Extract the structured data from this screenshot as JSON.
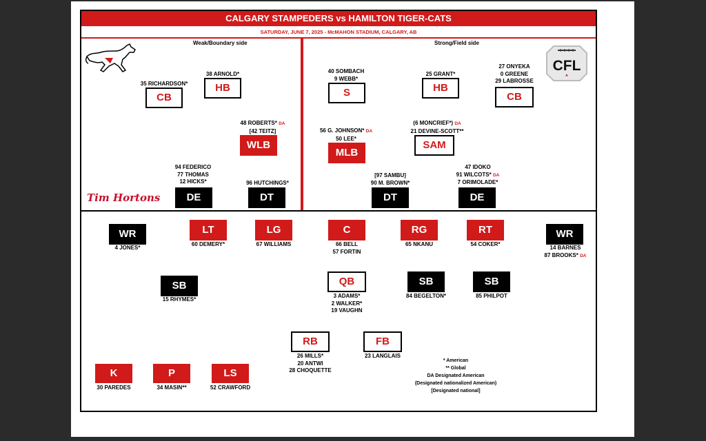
{
  "header": {
    "title": "CALGARY STAMPEDERS vs HAMILTON TIGER-CATS",
    "subtitle": "SATURDAY, JUNE 7, 2025 - McMAHON STADIUM, CALGARY, AB"
  },
  "sides": {
    "weak": "Weak/Boundary side",
    "strong": "Strong/Field side"
  },
  "logos": {
    "sponsor": "Tim Hortons",
    "league": "CFL"
  },
  "defense": {
    "cb_left": {
      "pos": "CB",
      "names": [
        "35 RICHARDSON*"
      ]
    },
    "hb_left": {
      "pos": "HB",
      "names": [
        "38 ARNOLD*"
      ]
    },
    "wlb": {
      "pos": "WLB",
      "names": [
        "48 ROBERTS*",
        "[42 TEITZ]"
      ],
      "da": "DA"
    },
    "de_left": {
      "pos": "DE",
      "names": [
        "94 FEDERICO",
        "77 THOMAS",
        "12 HICKS*"
      ]
    },
    "dt_left": {
      "pos": "DT",
      "names": [
        "96 HUTCHINGS*"
      ]
    },
    "s": {
      "pos": "S",
      "names": [
        "40 SOMBACH",
        "9 WEBB*"
      ]
    },
    "mlb": {
      "pos": "MLB",
      "names": [
        "56 G. JOHNSON*",
        "50 LEE*"
      ],
      "da": "DA"
    },
    "hb_right": {
      "pos": "HB",
      "names": [
        "25 GRANT*"
      ]
    },
    "sam": {
      "pos": "SAM",
      "names": [
        "(6 MONCRIEF*)",
        "21 DEVINE-SCOTT**"
      ],
      "da": "DA"
    },
    "cb_right": {
      "pos": "CB",
      "names": [
        "27 ONYEKA",
        "0 GREENE",
        "29 LABROSSE"
      ]
    },
    "dt_right": {
      "pos": "DT",
      "names": [
        "[97 SAMBU]",
        "90 M. BROWN*"
      ]
    },
    "de_right": {
      "pos": "DE",
      "names": [
        "47 IDOKO",
        "91 WILCOTS*",
        "7 ORIMOLADE*"
      ],
      "da": "DA"
    }
  },
  "offense": {
    "wr_left": {
      "pos": "WR",
      "names": [
        "4 JONES*"
      ]
    },
    "lt": {
      "pos": "LT",
      "names": [
        "60 DEMERY*"
      ]
    },
    "lg": {
      "pos": "LG",
      "names": [
        "67 WILLIAMS"
      ]
    },
    "c": {
      "pos": "C",
      "names": [
        "66 BELL",
        "57 FORTIN"
      ]
    },
    "rg": {
      "pos": "RG",
      "names": [
        "65 NKANU"
      ]
    },
    "rt": {
      "pos": "RT",
      "names": [
        "54 COKER*"
      ]
    },
    "wr_right": {
      "pos": "WR",
      "names": [
        "14 BARNES",
        "87 BROOKS*"
      ],
      "da": "DA"
    },
    "sb_left": {
      "pos": "SB",
      "names": [
        "15 RHYMES*"
      ]
    },
    "qb": {
      "pos": "QB",
      "names": [
        "3 ADAMS*",
        "2 WALKER*",
        "19 VAUGHN"
      ]
    },
    "sb_mid": {
      "pos": "SB",
      "names": [
        "84 BEGELTON*"
      ]
    },
    "sb_right": {
      "pos": "SB",
      "names": [
        "85 PHILPOT"
      ]
    },
    "rb": {
      "pos": "RB",
      "names": [
        "26 MILLS*",
        "20 ANTWI",
        "28 CHOQUETTE"
      ]
    },
    "fb": {
      "pos": "FB",
      "names": [
        "23 LANGLAIS"
      ]
    }
  },
  "special": {
    "k": {
      "pos": "K",
      "names": [
        "30 PAREDES"
      ]
    },
    "p": {
      "pos": "P",
      "names": [
        "34 MASIN**"
      ]
    },
    "ls": {
      "pos": "LS",
      "names": [
        "52 CRAWFORD"
      ]
    }
  },
  "legend": [
    "* American",
    "** Global",
    "DA Designated American",
    "(Designated nationalized American)",
    "[Designated national]"
  ],
  "colors": {
    "red": "#d11a1a",
    "black": "#000000"
  }
}
